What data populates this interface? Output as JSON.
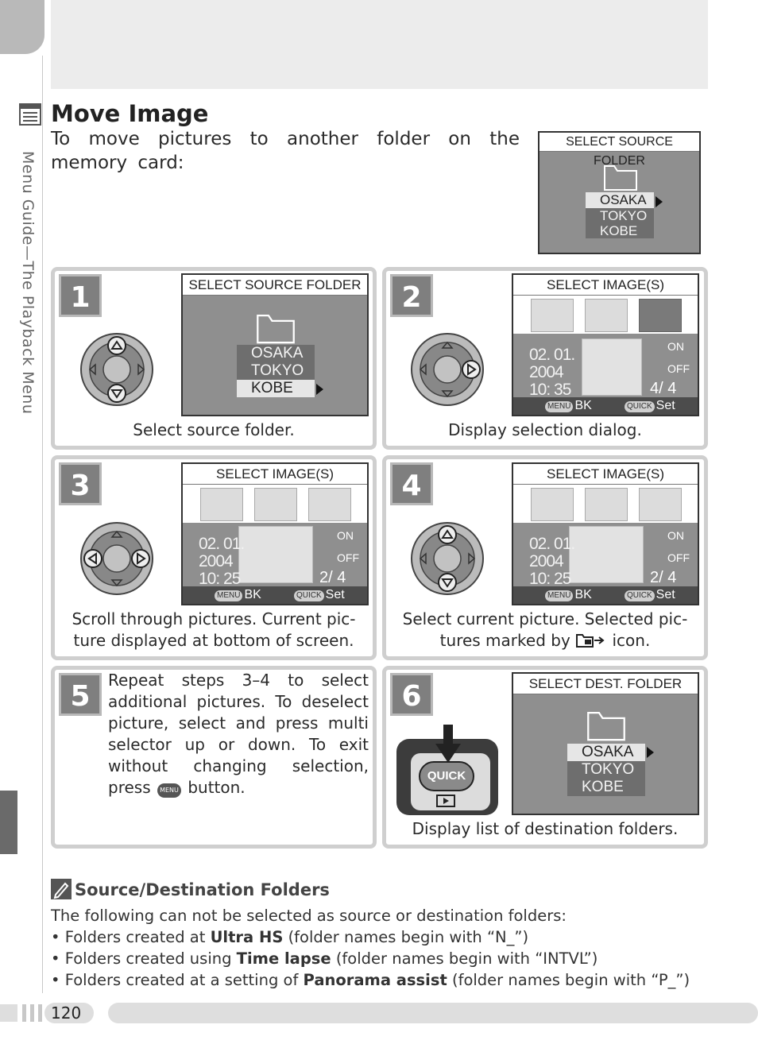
{
  "sidebar": {
    "label": "Menu Guide—The Playback Menu"
  },
  "title": "Move Image",
  "intro": "To move pictures to another folder on the memory card:",
  "header_screen": {
    "header": "SELECT SOURCE FOLDER",
    "folders": [
      "OSAKA",
      "TOKYO",
      "KOBE"
    ]
  },
  "steps": [
    {
      "num": "1",
      "screen_header": "SELECT SOURCE FOLDER",
      "folders": [
        "OSAKA",
        "TOKYO",
        "KOBE"
      ],
      "caption": "Select source folder."
    },
    {
      "num": "2",
      "screen_header": "SELECT IMAGE(S)",
      "date": "02. 01.",
      "year": "2004",
      "time": "10: 35",
      "on": "ON",
      "off": "OFF",
      "counter": "4/   4",
      "menu_label": "MENU",
      "bk": "BK",
      "quick_label": "QUICK",
      "set": "Set",
      "caption": "Display selection dialog."
    },
    {
      "num": "3",
      "screen_header": "SELECT IMAGE(S)",
      "date": "02. 01.",
      "year": "2004",
      "time": "10: 25",
      "on": "ON",
      "off": "OFF",
      "counter": "2/   4",
      "menu_label": "MENU",
      "bk": "BK",
      "quick_label": "QUICK",
      "set": "Set",
      "caption_line1": "Scroll through pictures.  Current pic-",
      "caption_line2": "ture displayed at bottom of screen."
    },
    {
      "num": "4",
      "screen_header": "SELECT IMAGE(S)",
      "date": "02. 01.",
      "year": "2004",
      "time": "10: 25",
      "on": "ON",
      "off": "OFF",
      "counter": "2/   4",
      "menu_label": "MENU",
      "bk": "BK",
      "quick_label": "QUICK",
      "set": "Set",
      "caption_line1": "Select current picture.  Selected pic-",
      "caption_line2_a": "tures marked by",
      "caption_line2_b": "icon."
    },
    {
      "num": "5",
      "text_a": "Repeat steps 3–4 to select additional pictures.  To deselect picture, select and press multi selector up or down.  To exit without changing selection, press",
      "menu_label": "MENU",
      "text_b": "button."
    },
    {
      "num": "6",
      "screen_header": "SELECT DEST. FOLDER",
      "folders": [
        "OSAKA",
        "TOKYO",
        "KOBE"
      ],
      "quick_button": "QUICK",
      "caption": "Display list of destination folders."
    }
  ],
  "note": {
    "heading": "Source/Destination Folders",
    "intro": "The following can not be selected as source or destination folders:",
    "items": [
      {
        "pre": "• Folders created at ",
        "bold": "Ultra HS",
        "post": " (folder names begin with “N_”)"
      },
      {
        "pre": "• Folders created using ",
        "bold": "Time lapse",
        "post": " (folder names begin with “INTVL”)"
      },
      {
        "pre": "• Folders created at a setting of ",
        "bold": "Panorama assist",
        "post": " (folder names begin with “P_”)"
      }
    ]
  },
  "page_number": "120"
}
